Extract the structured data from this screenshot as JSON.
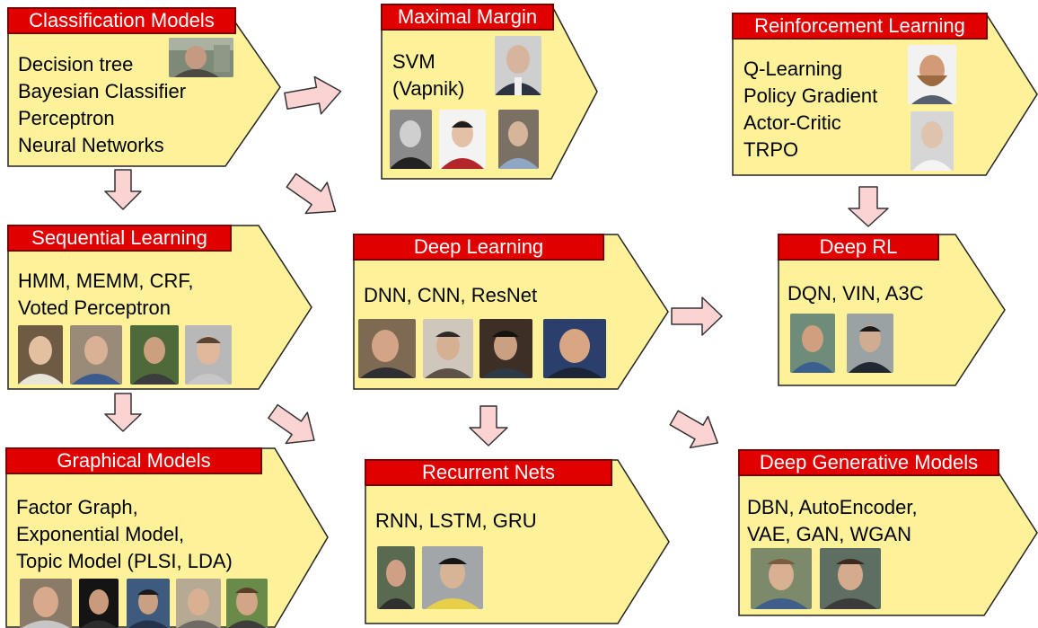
{
  "modules": [
    {
      "id": "classification",
      "title": "Classification Models",
      "lines": [
        "Decision tree",
        "Bayesian Classifier",
        "Perceptron",
        "Neural Networks"
      ],
      "portraits": 1
    },
    {
      "id": "maximal-margin",
      "title": "Maximal Margin",
      "lines": [
        "SVM",
        "(Vapnik)"
      ],
      "portraits": 4
    },
    {
      "id": "reinforcement",
      "title": "Reinforcement Learning",
      "lines": [
        "Q-Learning",
        "Policy Gradient",
        "Actor-Critic",
        "TRPO"
      ],
      "portraits": 2
    },
    {
      "id": "sequential",
      "title": "Sequential Learning",
      "lines": [
        "HMM, MEMM, CRF,",
        "Voted Perceptron"
      ],
      "portraits": 4
    },
    {
      "id": "deep-learning",
      "title": "Deep Learning",
      "lines": [
        "DNN, CNN, ResNet"
      ],
      "portraits": 4
    },
    {
      "id": "deep-rl",
      "title": "Deep RL",
      "lines": [
        "DQN, VIN, A3C"
      ],
      "portraits": 2
    },
    {
      "id": "graphical",
      "title": "Graphical Models",
      "lines": [
        "Factor Graph,",
        "Exponential Model,",
        "Topic Model (PLSI, LDA)"
      ],
      "portraits": 5
    },
    {
      "id": "recurrent",
      "title": "Recurrent Nets",
      "lines": [
        "RNN, LSTM, GRU"
      ],
      "portraits": 2
    },
    {
      "id": "deep-generative",
      "title": "Deep Generative Models",
      "lines": [
        "DBN, AutoEncoder,",
        "VAE, GAN, WGAN"
      ],
      "portraits": 2
    }
  ],
  "colors": {
    "box_fill": "#fdf29a",
    "box_stroke": "#222222",
    "title_fill": "#e10000",
    "title_text": "#ffffff",
    "arrow_fill": "#fbd3d3",
    "arrow_stroke": "#333333"
  },
  "arrows": [
    {
      "from": "classification",
      "to": "maximal-margin",
      "direction": "right"
    },
    {
      "from": "classification",
      "to": "sequential",
      "direction": "down"
    },
    {
      "from": "classification",
      "to": "deep-learning",
      "direction": "down-right"
    },
    {
      "from": "reinforcement",
      "to": "deep-rl",
      "direction": "down"
    },
    {
      "from": "sequential",
      "to": "graphical",
      "direction": "down"
    },
    {
      "from": "sequential",
      "to": "recurrent",
      "direction": "down-right"
    },
    {
      "from": "deep-learning",
      "to": "deep-rl",
      "direction": "right"
    },
    {
      "from": "deep-learning",
      "to": "recurrent",
      "direction": "down"
    },
    {
      "from": "deep-learning",
      "to": "deep-generative",
      "direction": "down-right"
    }
  ]
}
